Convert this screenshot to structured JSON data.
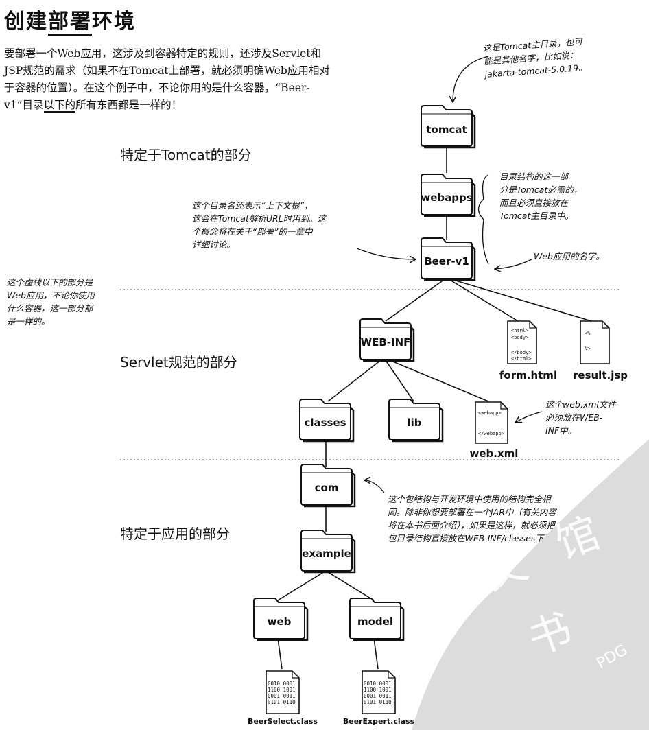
{
  "title": {
    "prefix": "创建",
    "underlined": "部署",
    "suffix": "环境"
  },
  "intro": {
    "line1": "要部署一个Web应用，这涉及到容器特定的规则，还涉及Servlet和",
    "line2": "JSP规范的需求（如果不在Tomcat上部署，就必须明确Web应用相对",
    "line3": "于容器的位置）。在这个例子中，不论你用的是什么容器，“Beer-",
    "line4_start": "v1”目录",
    "line4_underlined": "以下的",
    "line4_end": "所有东西都是一样的！"
  },
  "sections": {
    "tomcat": "特定于Tomcat的部分",
    "servlet": "Servlet规范的部分",
    "app": "特定于应用的部分"
  },
  "folders": {
    "tomcat": "tomcat",
    "webapps": "webapps",
    "beer": "Beer-v1",
    "webinf": "WEB-INF",
    "classes": "classes",
    "lib": "lib",
    "com": "com",
    "example": "example",
    "web": "web",
    "model": "model"
  },
  "files": {
    "form": "form.html",
    "result": "result.jsp",
    "webxml": "web.xml",
    "beerselect": "BeerSelect.class",
    "beerexpert": "BeerExpert.class"
  },
  "file_contents": {
    "form": [
      "<html>",
      "<body>",
      "</body>",
      "</html>"
    ],
    "result": [
      "<%",
      "%>"
    ],
    "webxml": [
      "<webapp>",
      "</webapp>"
    ],
    "binary": [
      "0010  0001",
      "1100  1001",
      "0001  0011",
      "0101  0110"
    ]
  },
  "notes": {
    "tomcat_home": [
      "这是Tomcat主目录，也可",
      "能是其他名字，比如说：",
      "jakarta-tomcat-5.0.19。"
    ],
    "tomcat_required": [
      "目录结构的这一部",
      "分是Tomcat必需的，",
      "而且必须直接放在",
      "Tomcat主目录中。"
    ],
    "context_root": [
      "这个目录名还表示“上下文根”，",
      "这会在Tomcat解析URL时用到。这",
      "个概念将在关于“部署”的一章中",
      "详细讨论。"
    ],
    "webapp_name": "Web应用的名字。",
    "below_line": [
      "这个虚线以下的部分是",
      "Web应用，不论你使用",
      "什么容器，这一部分都",
      "是一样的。"
    ],
    "webxml_note": [
      "这个web.xml文件",
      "必须放在WEB-",
      "INF中。"
    ],
    "package_note": [
      "这个包结构与开发环境中使用的结构完全相",
      "同。除非你想要部署在一个JAR中（有关内容",
      "将在本书后面介绍），如果是这样，就必须把",
      "包目录结构直接放在WEB-INF/classes下面。"
    ]
  },
  "watermark": {
    "chars": [
      "文",
      "书",
      "馆"
    ],
    "tag": "PDG"
  }
}
